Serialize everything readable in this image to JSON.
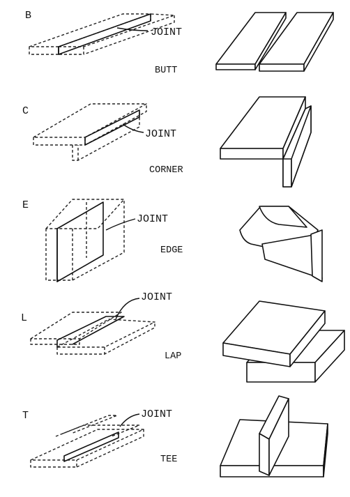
{
  "joints": [
    {
      "letter": "B",
      "pointer": "JOINT",
      "name": "BUTT"
    },
    {
      "letter": "C",
      "pointer": "JOINT",
      "name": "CORNER"
    },
    {
      "letter": "E",
      "pointer": "JOINT",
      "name": "EDGE"
    },
    {
      "letter": "L",
      "pointer": "JOINT",
      "name": "LAP"
    },
    {
      "letter": "T",
      "pointer": "JOINT",
      "name": "TEE"
    }
  ]
}
